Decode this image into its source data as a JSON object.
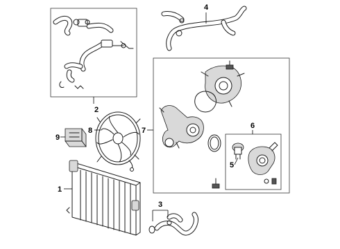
{
  "callouts": {
    "c1": "1",
    "c2": "2",
    "c3": "3",
    "c4": "4",
    "c5": "5",
    "c6": "6",
    "c7": "7",
    "c8": "8",
    "c9": "9"
  },
  "colors": {
    "line": "#1a1a1a",
    "background": "#ffffff",
    "shade": "#d9d9d9"
  }
}
